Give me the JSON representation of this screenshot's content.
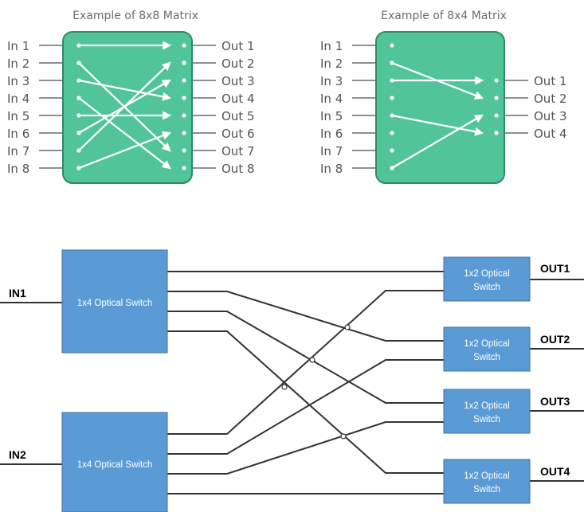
{
  "matrix8x8": {
    "title": "Example of 8x8 Matrix",
    "inputs": [
      "In 1",
      "In 2",
      "In 3",
      "In 4",
      "In 5",
      "In 6",
      "In 7",
      "In 8"
    ],
    "outputs": [
      "Out 1",
      "Out 2",
      "Out 3",
      "Out 4",
      "Out 5",
      "Out 6",
      "Out 7",
      "Out 8"
    ],
    "connections": [
      [
        1,
        1
      ],
      [
        2,
        7
      ],
      [
        3,
        4
      ],
      [
        4,
        8
      ],
      [
        5,
        5
      ],
      [
        6,
        3
      ],
      [
        7,
        2
      ],
      [
        8,
        6
      ]
    ],
    "box_color": "#52c49a"
  },
  "matrix8x4": {
    "title": "Example of 8x4 Matrix",
    "inputs": [
      "In 1",
      "In 2",
      "In 3",
      "In 4",
      "In 5",
      "In 6",
      "In 7",
      "In 8"
    ],
    "outputs": [
      "Out 1",
      "Out 2",
      "Out 3",
      "Out 4"
    ],
    "connections": [
      [
        2,
        2
      ],
      [
        3,
        1
      ],
      [
        5,
        4
      ],
      [
        8,
        3
      ]
    ],
    "box_color": "#52c49a"
  },
  "optical": {
    "inputs": [
      "IN1",
      "IN2"
    ],
    "outputs": [
      "OUT1",
      "OUT2",
      "OUT3",
      "OUT4"
    ],
    "splitter_label": "1x4 Optical Switch",
    "combiner_label": [
      "1x2 Optical",
      "Switch"
    ],
    "box_color": "#5b9bd5"
  }
}
